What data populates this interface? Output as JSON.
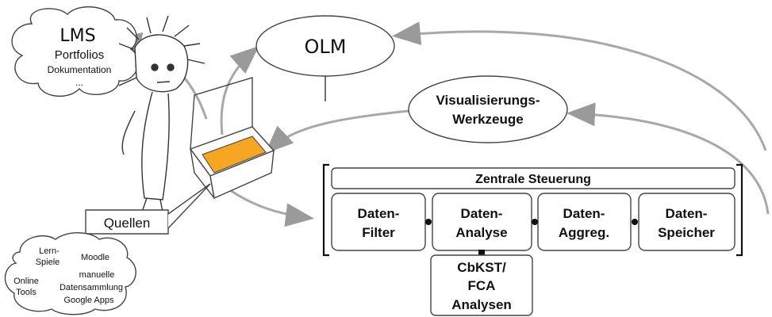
{
  "lms_cloud": {
    "title": "LMS",
    "line1": "Portfolios",
    "line2": "Dokumentation",
    "line3": "..."
  },
  "olm": {
    "label": "OLM"
  },
  "visualization": {
    "line1": "Visualisierungs-",
    "line2": "Werkzeuge"
  },
  "quellen": {
    "label": "Quellen"
  },
  "sources_cloud": {
    "items": [
      "Lern-",
      "Spiele",
      "Moodle",
      "manuelle",
      "Online",
      "Tools",
      "Datensammlung",
      "Google Apps"
    ]
  },
  "central": {
    "title": "Zentrale Steuerung"
  },
  "modules": [
    {
      "line1": "Daten-",
      "line2": "Filter"
    },
    {
      "line1": "Daten-",
      "line2": "Analyse"
    },
    {
      "line1": "Daten-",
      "line2": "Aggreg."
    },
    {
      "line1": "Daten-",
      "line2": "Speicher"
    }
  ],
  "analysis": {
    "line1": "CbKST/",
    "line2": "FCA",
    "line3": "Analysen"
  },
  "colors": {
    "box_fill": "#f5a623",
    "arrow": "#999999",
    "stroke": "#444444"
  }
}
